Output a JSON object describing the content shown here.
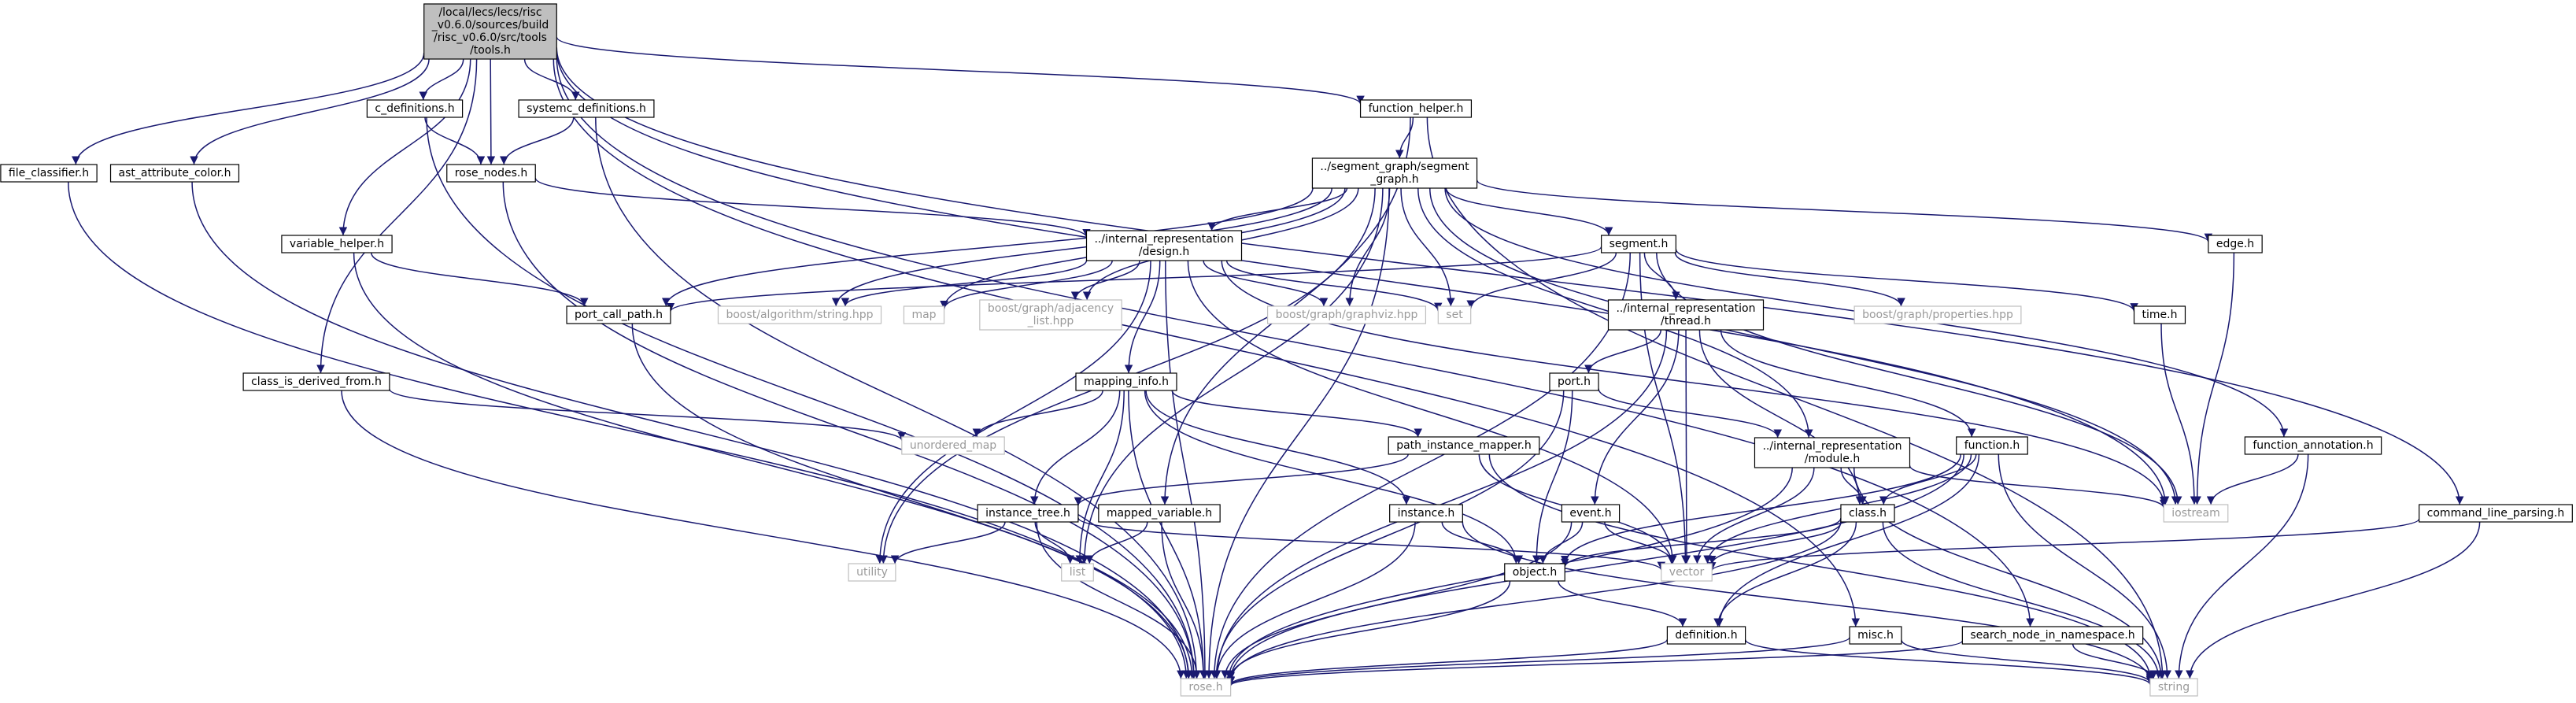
{
  "colors": {
    "edge": "#191970",
    "arrowhead": "#191970",
    "root_fill": "#bfbfbf",
    "node_fill": "#ffffff",
    "node_stroke": "#000000",
    "system_node_stroke": "#bfbfbf",
    "system_node_text": "#9a9a9a",
    "background": "#ffffff"
  },
  "nodes": [
    {
      "id": "tools",
      "lines": [
        "/local/lecs/lecs/risc",
        "_v0.6.0/sources/build",
        "/risc_v0.6.0/src/tools",
        "/tools.h"
      ],
      "kind": "root"
    },
    {
      "id": "file_classifier",
      "lines": [
        "file_classifier.h"
      ],
      "kind": "file"
    },
    {
      "id": "ast_attribute_color",
      "lines": [
        "ast_attribute_color.h"
      ],
      "kind": "file"
    },
    {
      "id": "c_definitions",
      "lines": [
        "c_definitions.h"
      ],
      "kind": "file"
    },
    {
      "id": "systemc_definitions",
      "lines": [
        "systemc_definitions.h"
      ],
      "kind": "file"
    },
    {
      "id": "function_helper",
      "lines": [
        "function_helper.h"
      ],
      "kind": "file"
    },
    {
      "id": "rose_nodes",
      "lines": [
        "rose_nodes.h"
      ],
      "kind": "file"
    },
    {
      "id": "segment_graph",
      "lines": [
        "../segment_graph/segment",
        "_graph.h"
      ],
      "kind": "file"
    },
    {
      "id": "variable_helper",
      "lines": [
        "variable_helper.h"
      ],
      "kind": "file"
    },
    {
      "id": "design",
      "lines": [
        "../internal_representation",
        "/design.h"
      ],
      "kind": "file"
    },
    {
      "id": "segment",
      "lines": [
        "segment.h"
      ],
      "kind": "file"
    },
    {
      "id": "edge",
      "lines": [
        "edge.h"
      ],
      "kind": "file"
    },
    {
      "id": "port_call_path",
      "lines": [
        "port_call_path.h"
      ],
      "kind": "file"
    },
    {
      "id": "boost_string",
      "lines": [
        "boost/algorithm/string.hpp"
      ],
      "kind": "system"
    },
    {
      "id": "map",
      "lines": [
        "map"
      ],
      "kind": "system"
    },
    {
      "id": "boost_adj",
      "lines": [
        "boost/graph/adjacency",
        "_list.hpp"
      ],
      "kind": "system"
    },
    {
      "id": "boost_graphviz",
      "lines": [
        "boost/graph/graphviz.hpp"
      ],
      "kind": "system"
    },
    {
      "id": "set",
      "lines": [
        "set"
      ],
      "kind": "system"
    },
    {
      "id": "boost_props",
      "lines": [
        "boost/graph/properties.hpp"
      ],
      "kind": "system"
    },
    {
      "id": "thread",
      "lines": [
        "../internal_representation",
        "/thread.h"
      ],
      "kind": "file"
    },
    {
      "id": "time",
      "lines": [
        "time.h"
      ],
      "kind": "file"
    },
    {
      "id": "class_is_derived_from",
      "lines": [
        "class_is_derived_from.h"
      ],
      "kind": "file"
    },
    {
      "id": "mapping_info",
      "lines": [
        "mapping_info.h"
      ],
      "kind": "file"
    },
    {
      "id": "port",
      "lines": [
        "port.h"
      ],
      "kind": "file"
    },
    {
      "id": "unordered_map",
      "lines": [
        "unordered_map"
      ],
      "kind": "system"
    },
    {
      "id": "path_instance_mapper",
      "lines": [
        "path_instance_mapper.h"
      ],
      "kind": "file"
    },
    {
      "id": "module",
      "lines": [
        "../internal_representation",
        "/module.h"
      ],
      "kind": "file"
    },
    {
      "id": "function",
      "lines": [
        "function.h"
      ],
      "kind": "file"
    },
    {
      "id": "function_annotation",
      "lines": [
        "function_annotation.h"
      ],
      "kind": "file"
    },
    {
      "id": "iostream",
      "lines": [
        "iostream"
      ],
      "kind": "system"
    },
    {
      "id": "instance_tree",
      "lines": [
        "instance_tree.h"
      ],
      "kind": "file"
    },
    {
      "id": "mapped_variable",
      "lines": [
        "mapped_variable.h"
      ],
      "kind": "file"
    },
    {
      "id": "instance",
      "lines": [
        "instance.h"
      ],
      "kind": "file"
    },
    {
      "id": "event",
      "lines": [
        "event.h"
      ],
      "kind": "file"
    },
    {
      "id": "class",
      "lines": [
        "class.h"
      ],
      "kind": "file"
    },
    {
      "id": "command_line_parsing",
      "lines": [
        "command_line_parsing.h"
      ],
      "kind": "file"
    },
    {
      "id": "utility",
      "lines": [
        "utility"
      ],
      "kind": "system"
    },
    {
      "id": "list",
      "lines": [
        "list"
      ],
      "kind": "system"
    },
    {
      "id": "object",
      "lines": [
        "object.h"
      ],
      "kind": "file"
    },
    {
      "id": "vector",
      "lines": [
        "vector"
      ],
      "kind": "system"
    },
    {
      "id": "definition",
      "lines": [
        "definition.h"
      ],
      "kind": "file"
    },
    {
      "id": "misc",
      "lines": [
        "misc.h"
      ],
      "kind": "file"
    },
    {
      "id": "search_node",
      "lines": [
        "search_node_in_namespace.h"
      ],
      "kind": "file"
    },
    {
      "id": "rose",
      "lines": [
        "rose.h"
      ],
      "kind": "system"
    },
    {
      "id": "string",
      "lines": [
        "string"
      ],
      "kind": "system"
    }
  ],
  "edges": [
    [
      "tools",
      "file_classifier"
    ],
    [
      "tools",
      "ast_attribute_color"
    ],
    [
      "tools",
      "c_definitions"
    ],
    [
      "tools",
      "systemc_definitions"
    ],
    [
      "tools",
      "function_helper"
    ],
    [
      "tools",
      "rose_nodes"
    ],
    [
      "tools",
      "variable_helper"
    ],
    [
      "tools",
      "class_is_derived_from"
    ],
    [
      "tools",
      "command_line_parsing"
    ],
    [
      "tools",
      "misc"
    ],
    [
      "tools",
      "search_node"
    ],
    [
      "tools",
      "iostream"
    ],
    [
      "file_classifier",
      "rose"
    ],
    [
      "ast_attribute_color",
      "rose"
    ],
    [
      "c_definitions",
      "rose_nodes"
    ],
    [
      "c_definitions",
      "rose"
    ],
    [
      "systemc_definitions",
      "rose_nodes"
    ],
    [
      "systemc_definitions",
      "rose"
    ],
    [
      "rose_nodes",
      "rose"
    ],
    [
      "rose_nodes",
      "design"
    ],
    [
      "function_helper",
      "segment_graph"
    ],
    [
      "function_helper",
      "mapped_variable"
    ],
    [
      "function_helper",
      "string"
    ],
    [
      "variable_helper",
      "port_call_path"
    ],
    [
      "variable_helper",
      "rose"
    ],
    [
      "class_is_derived_from",
      "rose"
    ],
    [
      "class_is_derived_from",
      "unordered_map"
    ],
    [
      "segment_graph",
      "design"
    ],
    [
      "segment_graph",
      "segment"
    ],
    [
      "segment_graph",
      "edge"
    ],
    [
      "segment_graph",
      "function_annotation"
    ],
    [
      "segment_graph",
      "port_call_path"
    ],
    [
      "segment_graph",
      "boost_string"
    ],
    [
      "segment_graph",
      "map"
    ],
    [
      "segment_graph",
      "boost_adj"
    ],
    [
      "segment_graph",
      "boost_graphviz"
    ],
    [
      "segment_graph",
      "set"
    ],
    [
      "segment_graph",
      "iostream"
    ],
    [
      "segment_graph",
      "utility"
    ],
    [
      "segment_graph",
      "rose"
    ],
    [
      "segment_graph",
      "module"
    ],
    [
      "segment_graph",
      "list"
    ],
    [
      "design",
      "boost_string"
    ],
    [
      "design",
      "map"
    ],
    [
      "design",
      "boost_adj"
    ],
    [
      "design",
      "boost_graphviz"
    ],
    [
      "design",
      "set"
    ],
    [
      "design",
      "mapping_info"
    ],
    [
      "design",
      "rose"
    ],
    [
      "design",
      "utility"
    ],
    [
      "design",
      "iostream"
    ],
    [
      "design",
      "vector"
    ],
    [
      "segment",
      "set"
    ],
    [
      "segment",
      "port_call_path"
    ],
    [
      "segment",
      "boost_props"
    ],
    [
      "segment",
      "thread"
    ],
    [
      "segment",
      "time"
    ],
    [
      "segment",
      "iostream"
    ],
    [
      "segment",
      "vector"
    ],
    [
      "segment",
      "rose"
    ],
    [
      "edge",
      "iostream"
    ],
    [
      "time",
      "iostream"
    ],
    [
      "function_annotation",
      "iostream"
    ],
    [
      "function_annotation",
      "string"
    ],
    [
      "port_call_path",
      "rose"
    ],
    [
      "thread",
      "port"
    ],
    [
      "thread",
      "event"
    ],
    [
      "thread",
      "function"
    ],
    [
      "thread",
      "class"
    ],
    [
      "thread",
      "rose"
    ],
    [
      "thread",
      "vector"
    ],
    [
      "mapping_info",
      "unordered_map"
    ],
    [
      "mapping_info",
      "path_instance_mapper"
    ],
    [
      "mapping_info",
      "instance_tree"
    ],
    [
      "mapping_info",
      "instance"
    ],
    [
      "mapping_info",
      "object"
    ],
    [
      "mapping_info",
      "rose"
    ],
    [
      "mapping_info",
      "list"
    ],
    [
      "port",
      "module"
    ],
    [
      "port",
      "object"
    ],
    [
      "port",
      "rose"
    ],
    [
      "path_instance_mapper",
      "instance_tree"
    ],
    [
      "path_instance_mapper",
      "vector"
    ],
    [
      "path_instance_mapper",
      "string"
    ],
    [
      "module",
      "class"
    ],
    [
      "module",
      "vector"
    ],
    [
      "module",
      "rose"
    ],
    [
      "module",
      "string"
    ],
    [
      "module",
      "iostream"
    ],
    [
      "function",
      "class"
    ],
    [
      "function",
      "definition"
    ],
    [
      "function",
      "vector"
    ],
    [
      "function",
      "rose"
    ],
    [
      "function",
      "string"
    ],
    [
      "function",
      "object"
    ],
    [
      "instance_tree",
      "utility"
    ],
    [
      "instance_tree",
      "list"
    ],
    [
      "instance_tree",
      "rose"
    ],
    [
      "instance_tree",
      "vector"
    ],
    [
      "mapped_variable",
      "list"
    ],
    [
      "mapped_variable",
      "rose"
    ],
    [
      "instance",
      "object"
    ],
    [
      "instance",
      "rose"
    ],
    [
      "instance",
      "string"
    ],
    [
      "event",
      "object"
    ],
    [
      "event",
      "vector"
    ],
    [
      "event",
      "rose"
    ],
    [
      "class",
      "object"
    ],
    [
      "class",
      "definition"
    ],
    [
      "class",
      "vector"
    ],
    [
      "class",
      "rose"
    ],
    [
      "class",
      "string"
    ],
    [
      "object",
      "definition"
    ],
    [
      "object",
      "rose"
    ],
    [
      "definition",
      "rose"
    ],
    [
      "definition",
      "string"
    ],
    [
      "command_line_parsing",
      "vector"
    ],
    [
      "command_line_parsing",
      "string"
    ],
    [
      "misc",
      "rose"
    ],
    [
      "misc",
      "string"
    ],
    [
      "search_node",
      "rose"
    ],
    [
      "search_node",
      "string"
    ]
  ]
}
